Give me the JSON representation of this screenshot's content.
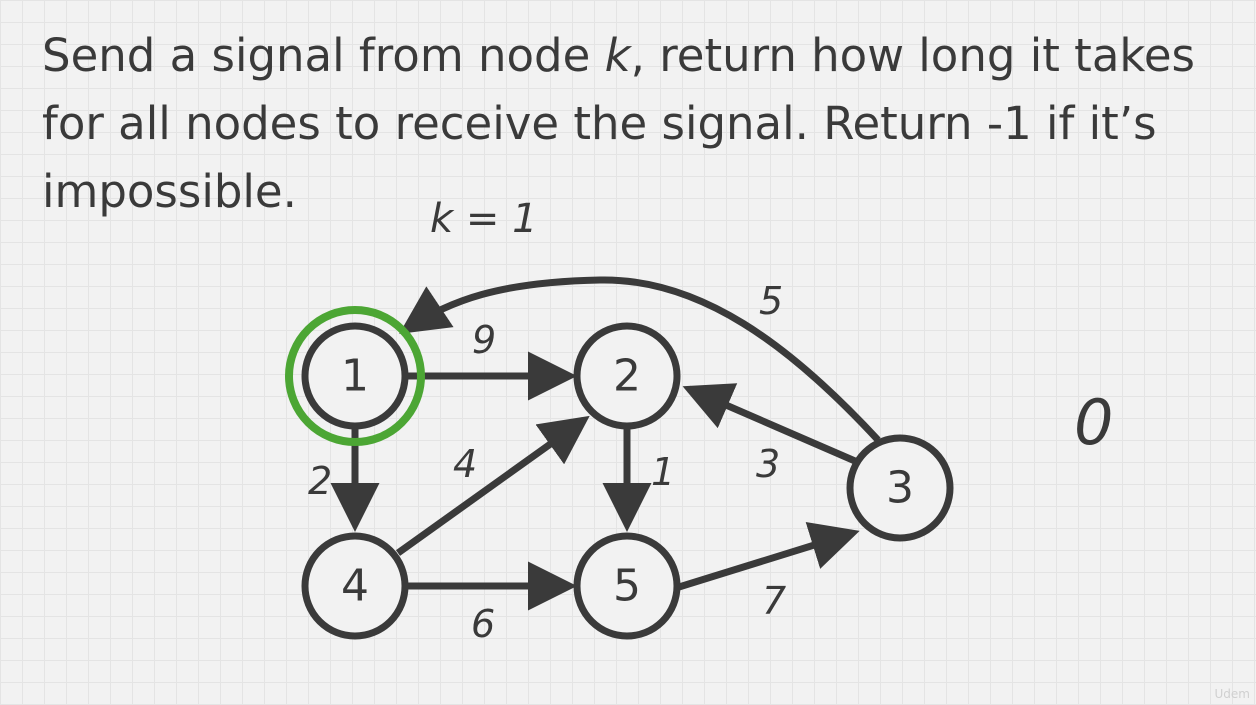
{
  "prompt": {
    "line_a": "Send a signal from node ",
    "k_var": "k",
    "line_b": ", return how long it takes for all nodes to receive the signal. Return -1 if it’s impossible."
  },
  "k_label": "k = 1",
  "answer": "0",
  "watermark": "Udem",
  "highlight_color": "#4ca634",
  "stroke_color": "#3a3a3a",
  "graph": {
    "start_node": "1",
    "nodes": [
      {
        "id": "1",
        "label": "1"
      },
      {
        "id": "2",
        "label": "2"
      },
      {
        "id": "3",
        "label": "3"
      },
      {
        "id": "4",
        "label": "4"
      },
      {
        "id": "5",
        "label": "5"
      }
    ],
    "edges": [
      {
        "from": "1",
        "to": "2",
        "weight": "9"
      },
      {
        "from": "1",
        "to": "4",
        "weight": "2"
      },
      {
        "from": "4",
        "to": "2",
        "weight": "4"
      },
      {
        "from": "4",
        "to": "5",
        "weight": "6"
      },
      {
        "from": "2",
        "to": "5",
        "weight": "1"
      },
      {
        "from": "5",
        "to": "3",
        "weight": "7"
      },
      {
        "from": "3",
        "to": "2",
        "weight": "3"
      },
      {
        "from": "3",
        "to": "1",
        "weight": "5"
      }
    ]
  }
}
